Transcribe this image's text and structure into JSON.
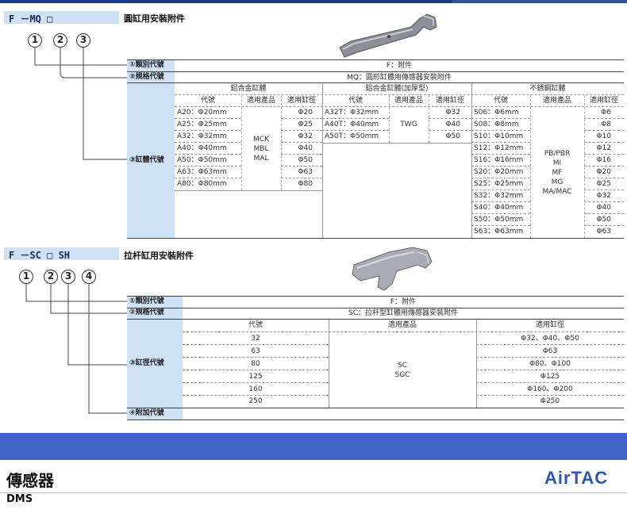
{
  "sec1": {
    "code": "F －MQ □",
    "title": "圓缸用安裝附件",
    "circles": [
      "1",
      "2",
      "3"
    ],
    "labels": [
      "①類別代號",
      "②規格代號",
      "③缸體代號"
    ],
    "type_value": "F：附件",
    "spec_value": "MQ：圓形缸體用傳感器安裝附件",
    "groups": [
      "鋁合金缸體",
      "鋁合金缸體(加厚型)",
      "不銹鋼缸體"
    ],
    "col_headers": [
      "代號",
      "適用產品",
      "適用缸徑"
    ],
    "alu": {
      "codes": [
        "A20：Φ20mm",
        "A25：Φ25mm",
        "A32：Φ32mm",
        "A40：Φ40mm",
        "A50：Φ50mm",
        "A63：Φ63mm",
        "A80：Φ80mm"
      ],
      "bores": [
        "Φ20",
        "Φ25",
        "Φ32",
        "Φ40",
        "Φ50",
        "Φ63",
        "Φ80"
      ],
      "products": [
        "MCK",
        "MBL",
        "MAL"
      ]
    },
    "thick": {
      "codes": [
        "A32T：Φ32mm",
        "A40T：Φ40mm",
        "A50T：Φ50mm"
      ],
      "bores": [
        "Φ32",
        "Φ40",
        "Φ50"
      ],
      "product": "TWG"
    },
    "ss": {
      "codes": [
        "S06：Φ6mm",
        "S08：Φ8mm",
        "S10：Φ10mm",
        "S12：Φ12mm",
        "S16：Φ16mm",
        "S20：Φ20mm",
        "S25：Φ25mm",
        "S32：Φ32mm",
        "S40：Φ40mm",
        "S50：Φ50mm",
        "S63：Φ63mm"
      ],
      "bores": [
        "Φ6",
        "Φ8",
        "Φ10",
        "Φ12",
        "Φ16",
        "Φ20",
        "Φ25",
        "Φ32",
        "Φ40",
        "Φ50",
        "Φ63"
      ],
      "products": [
        "PB/PBR",
        "MI",
        "MF",
        "MG",
        "MA/MAC"
      ]
    }
  },
  "sec2": {
    "code": "F －SC □  SH",
    "title": "拉杆缸用安裝附件",
    "circles": [
      "1",
      "2",
      "3",
      "4"
    ],
    "labels": [
      "①類別代號",
      "②規格代號",
      "③缸徑代號",
      "④附加代號"
    ],
    "type_value": "F：附件",
    "spec_value": "SC：拉杆型缸體用傳感器安裝附件",
    "col_headers": [
      "代號",
      "適用產品",
      "適用缸徑"
    ],
    "codes": [
      "32",
      "63",
      "80",
      "125",
      "160",
      "250"
    ],
    "bores": [
      "Φ32、Φ40、Φ50",
      "Φ63",
      "Φ80、Φ100",
      "Φ125",
      "Φ160、Φ200",
      "Φ250"
    ],
    "products": [
      "SC",
      "SGC"
    ]
  },
  "footer": {
    "category": "傳感器",
    "model": "DMS",
    "brand": "AirTAC"
  },
  "colors": {
    "accent": "#3f62c7",
    "label_bg": "#cfe1f5",
    "brand": "#2c56b8"
  }
}
